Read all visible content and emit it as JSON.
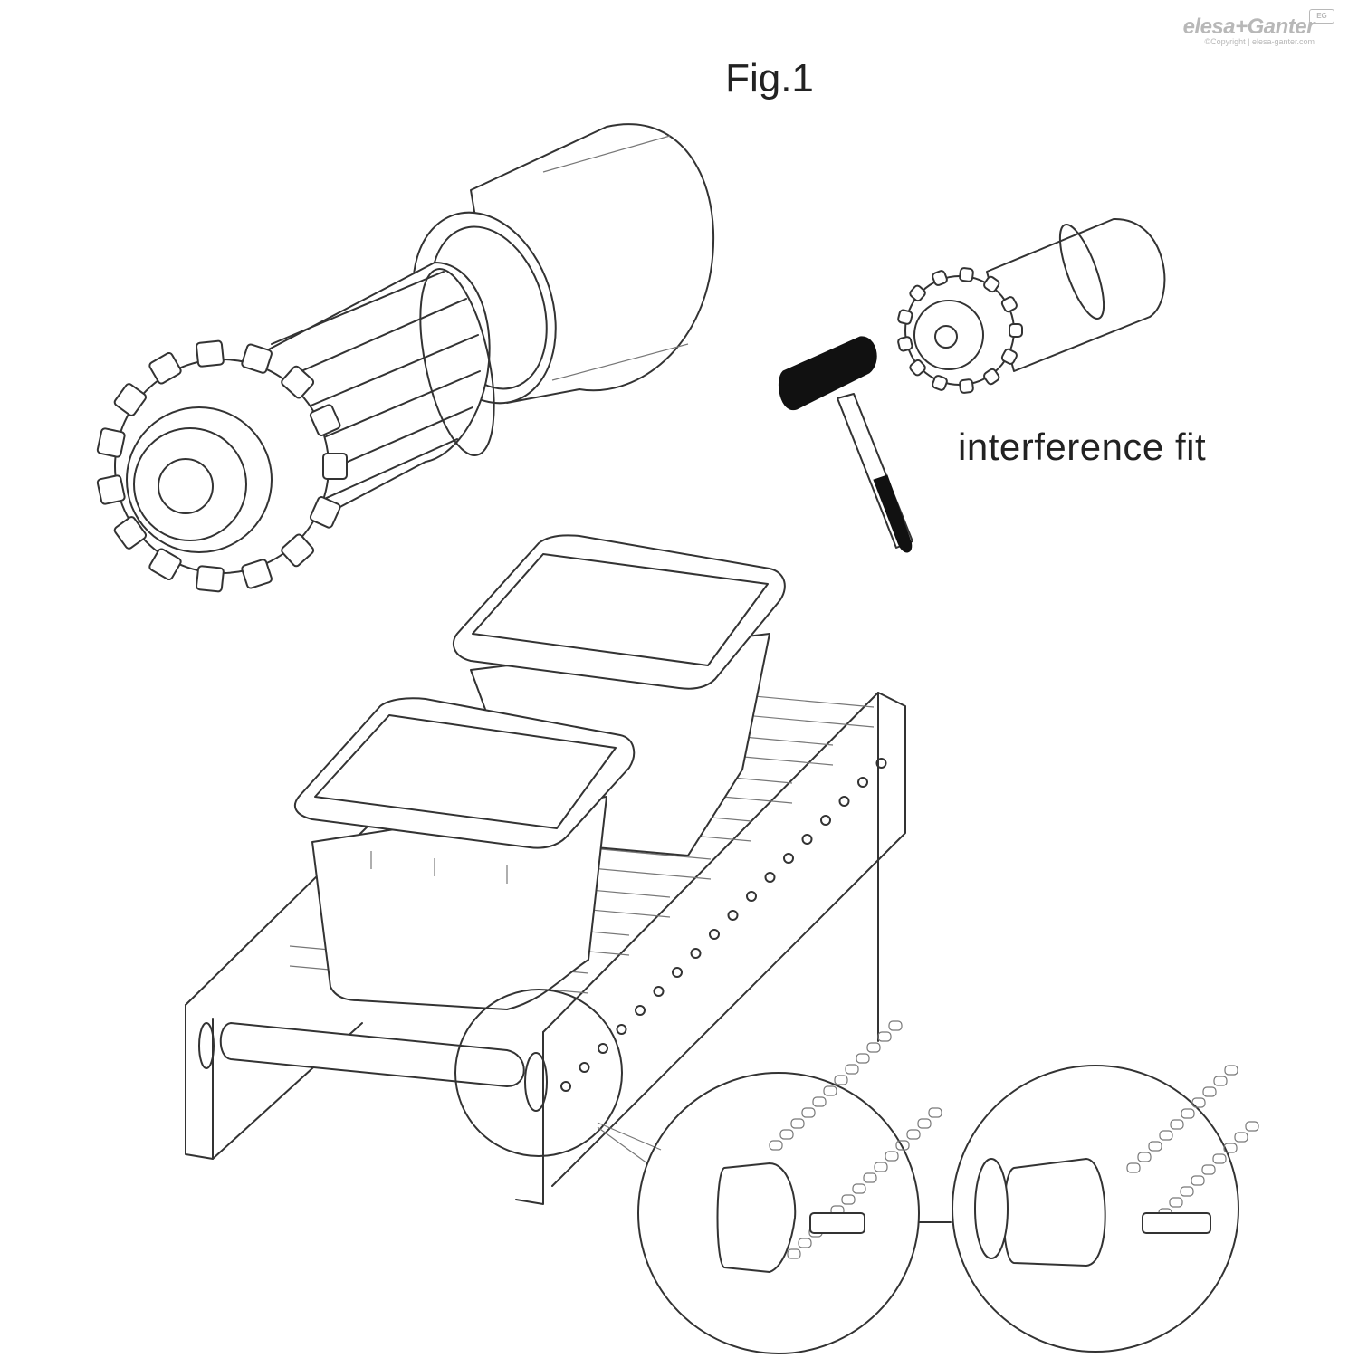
{
  "figure": {
    "title": "Fig.1",
    "callout": "interference fit"
  },
  "logo": {
    "brand": "elesa+Ganter",
    "copyright": "©Copyright | elesa-ganter.com",
    "badge": "EG"
  },
  "colors": {
    "line": "#333333",
    "background": "#ffffff",
    "logo": "#b8b8b8",
    "mallet_head": "#111111"
  },
  "icons": [
    "sprocket-roller-icon",
    "mallet-icon",
    "conveyor-icon",
    "detail-magnifier-icon"
  ]
}
